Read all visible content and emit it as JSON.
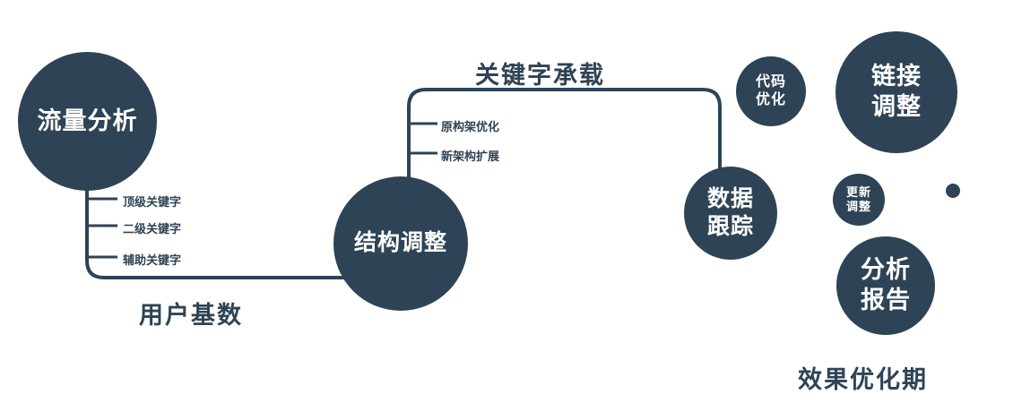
{
  "diagram": {
    "colors": {
      "accent": "#2e4355",
      "text_on_accent": "#ffffff",
      "background": "#ffffff"
    },
    "nodes": {
      "traffic_analysis": {
        "label": "流量分析"
      },
      "structure_adjust": {
        "label": "结构调整"
      },
      "data_tracking": {
        "line1": "数据",
        "line2": "跟踪"
      },
      "code_optimize": {
        "line1": "代码",
        "line2": "优化"
      },
      "link_adjust": {
        "line1": "链接",
        "line2": "调整"
      },
      "update_adjust": {
        "line1": "更新",
        "line2": "调整"
      },
      "analysis_report": {
        "line1": "分析",
        "line2": "报告"
      }
    },
    "edge_labels": {
      "user_base": "用户基数",
      "keyword_carry": "关键字承载"
    },
    "branches": {
      "traffic": [
        "顶级关键字",
        "二级关键字",
        "辅助关键字"
      ],
      "structure": [
        "原构架优化",
        "新架构扩展"
      ]
    },
    "footer_label": "效果优化期"
  }
}
